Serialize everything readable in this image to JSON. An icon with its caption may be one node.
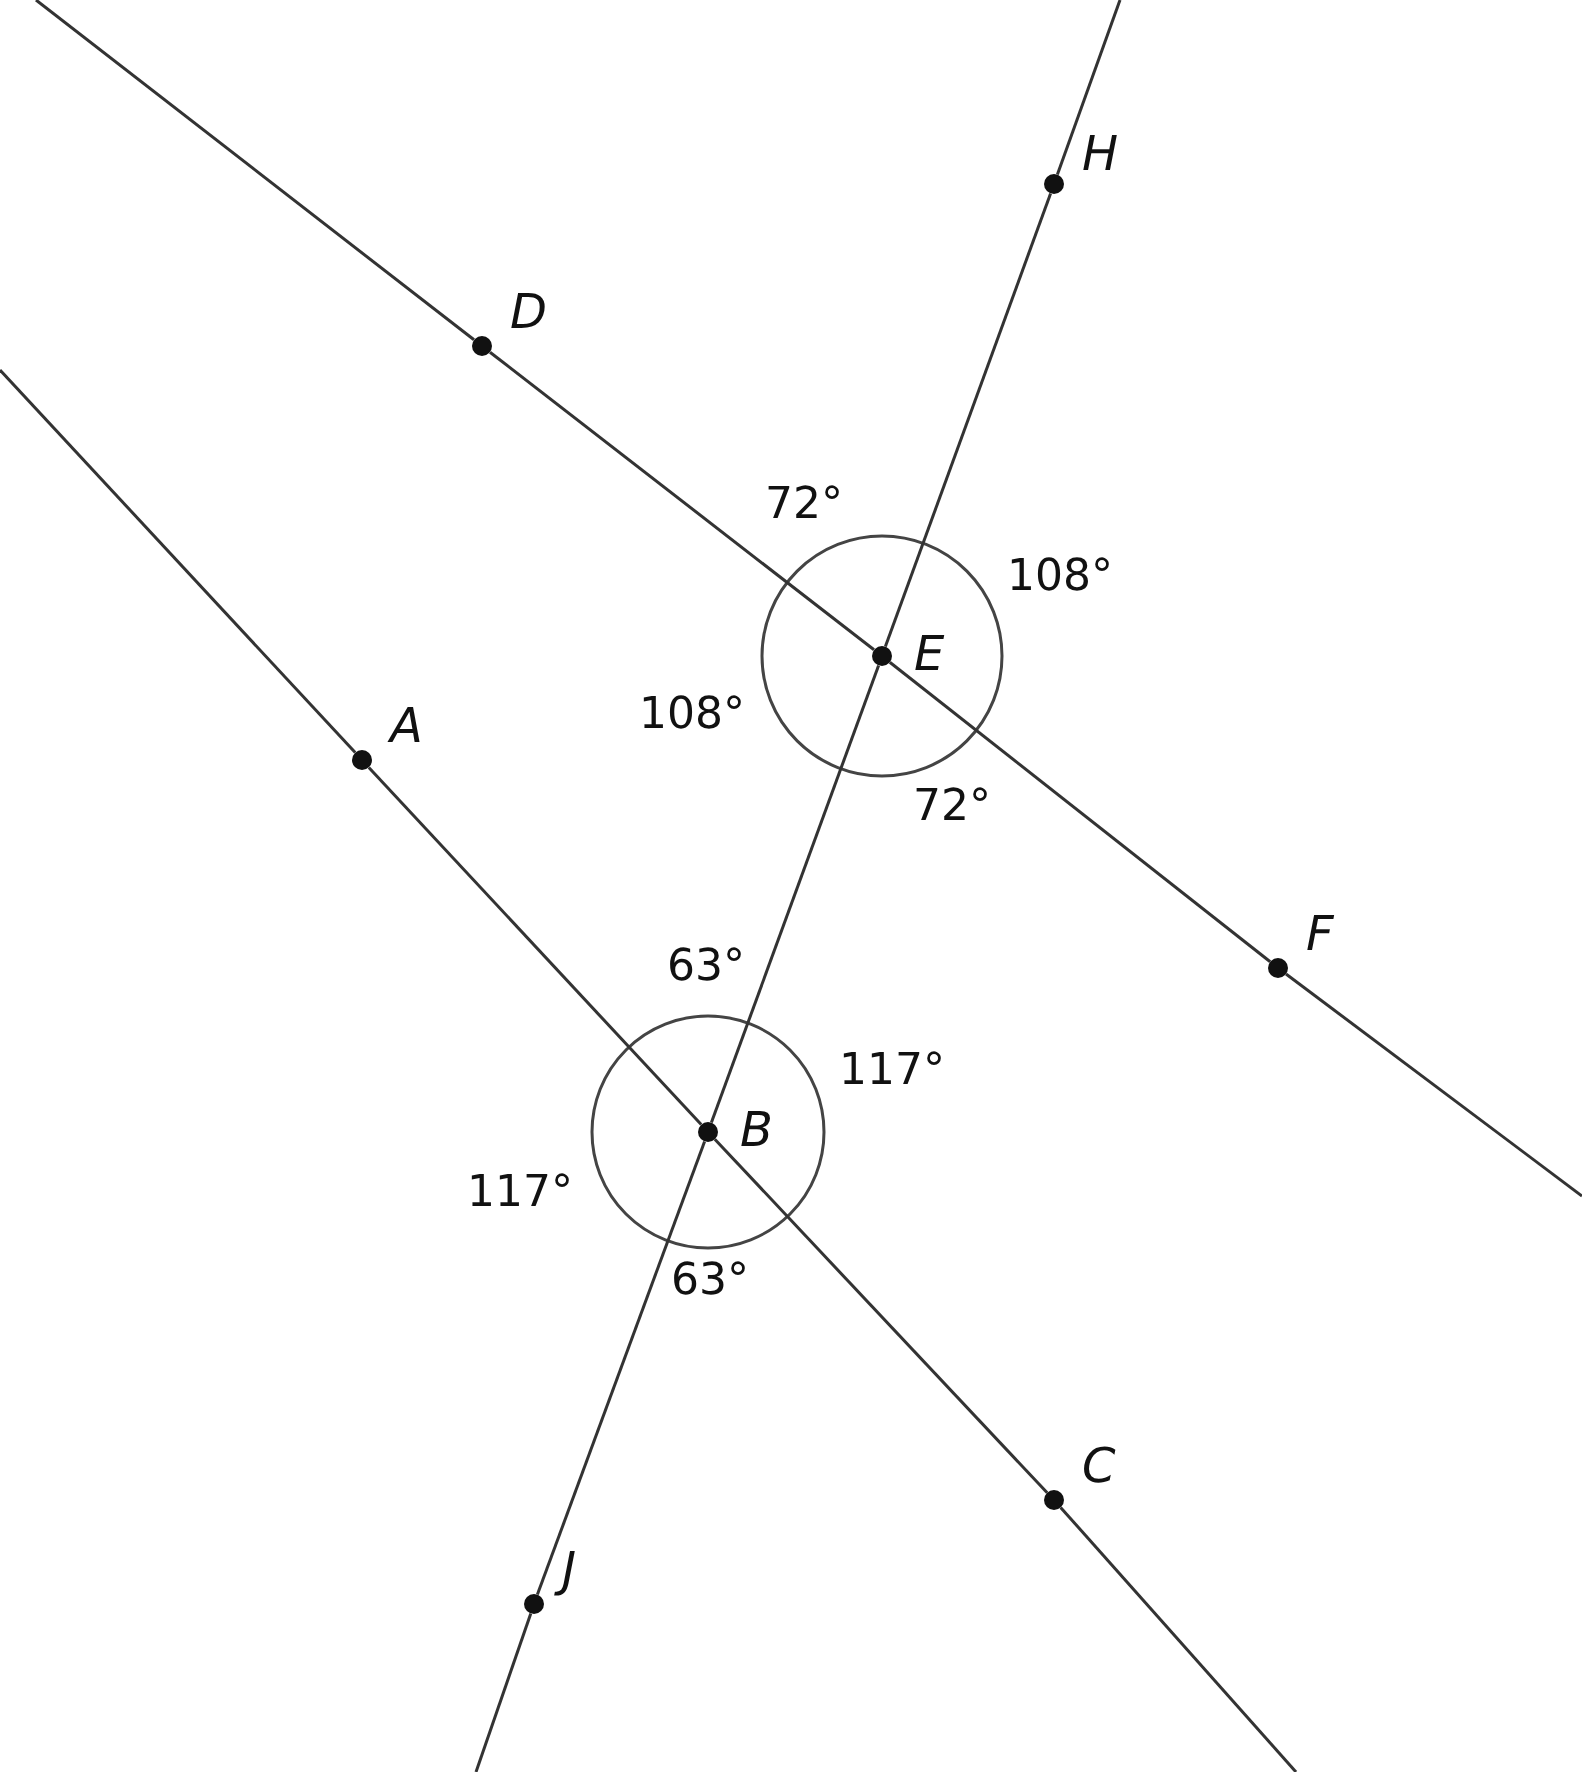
{
  "diagram": {
    "nodes": [
      {
        "text": [
          "H"
        ]
      },
      {
        "text": [
          "D"
        ]
      },
      {
        "text": [
          "E"
        ]
      },
      {
        "text": [
          "A"
        ]
      },
      {
        "text": [
          "F"
        ]
      },
      {
        "text": [
          "B"
        ]
      },
      {
        "text": [
          "C"
        ]
      },
      {
        "text": [
          "J"
        ]
      }
    ],
    "edges": [
      {
        "from": 0,
        "to": 2,
        "arrow": "none"
      },
      {
        "from": 2,
        "to": 5,
        "arrow": "none"
      },
      {
        "from": 5,
        "to": 7,
        "arrow": "none"
      },
      {
        "from": 1,
        "to": 2,
        "arrow": "none"
      },
      {
        "from": 2,
        "to": 4,
        "arrow": "none"
      },
      {
        "from": 3,
        "to": 5,
        "arrow": "none"
      },
      {
        "from": 5,
        "to": 6,
        "arrow": "none"
      },
      {
        "from": null,
        "to": 0,
        "arrow": "none"
      },
      {
        "from": 7,
        "to": null,
        "arrow": "none"
      },
      {
        "from": null,
        "to": 1,
        "arrow": "none"
      },
      {
        "from": 4,
        "to": null,
        "arrow": "none"
      },
      {
        "from": null,
        "to": 3,
        "arrow": "none"
      },
      {
        "from": 6,
        "to": null,
        "arrow": "none"
      }
    ],
    "labels": [
      "72°",
      "108°",
      "108°",
      "72°",
      "63°",
      "117°",
      "117°",
      "63°"
    ]
  }
}
